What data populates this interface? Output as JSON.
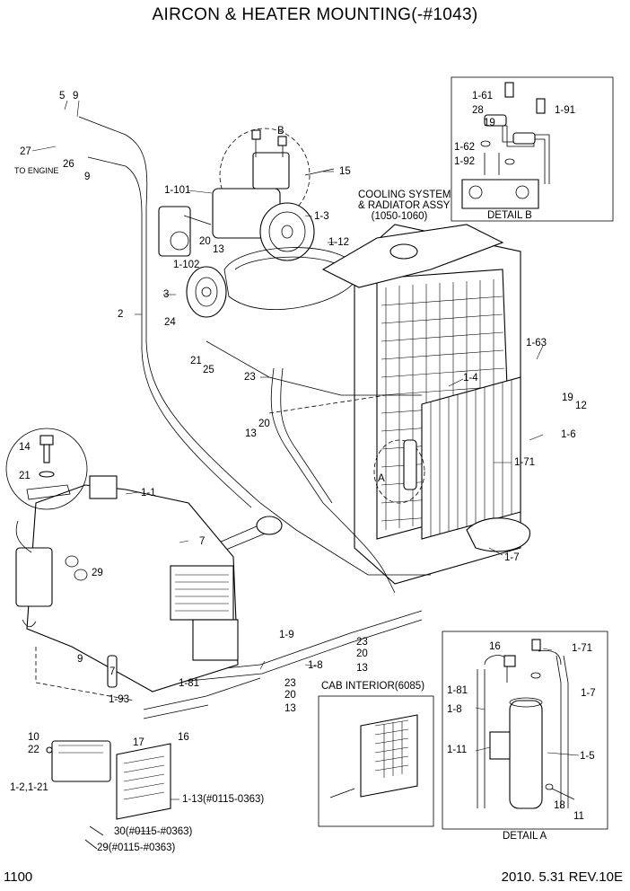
{
  "title": "AIRCON & HEATER MOUNTING(-#1043)",
  "page_number": "1100",
  "revision": "2010. 5.31  REV.10E",
  "cooling_system_label": [
    "COOLING SYSTEM",
    "& RADIATOR ASSY",
    "(1050-1060)"
  ],
  "detail_b_title": "DETAIL B",
  "detail_a_title": "DETAIL A",
  "cab_interior_title": "CAB INTERIOR(6085)",
  "to_engine": "TO ENGINE",
  "callouts": {
    "c5": "5",
    "c9a": "9",
    "c27": "27",
    "c26": "26",
    "c9b": "9",
    "c1_101": "1-101",
    "cB": "B",
    "c15": "15",
    "c1_3": "1-3",
    "c20a": "20",
    "c13a": "13",
    "c1_12": "1-12",
    "c1_102": "1-102",
    "c3": "3",
    "c2": "2",
    "c24": "24",
    "c21a": "21",
    "c25": "25",
    "c23a": "23",
    "c20b": "20",
    "c13b": "13",
    "c1_4": "1-4",
    "c1_63": "1-63",
    "c19a": "19",
    "c12": "12",
    "c1_6": "1-6",
    "cA": "A",
    "c1_71a": "1-71",
    "c1_7a": "1-7",
    "c14": "14",
    "c21b": "21",
    "c1_1": "1-1",
    "c7a": "7",
    "c29a": "29",
    "c9c": "9",
    "c7b": "7",
    "c1_81a": "1-81",
    "c1_93": "1-93",
    "c1_9": "1-9",
    "c1_8a": "1-8",
    "c23b": "23",
    "c20c": "20",
    "c13c": "13",
    "c23c": "23",
    "c20d": "20",
    "c13d": "13",
    "c10": "10",
    "c22": "22",
    "c17": "17",
    "c16a": "16",
    "c1_2": "1-2,1-21",
    "c1_13": "1-13(#0115-0363)",
    "c30": "30(#0115-#0363)",
    "c29b": "29(#0115-#0363)",
    "c1_61": "1-61",
    "c28": "28",
    "c19b": "19",
    "c1_91": "1-91",
    "c1_62": "1-62",
    "c1_92": "1-92",
    "c16b": "16",
    "c1_71b": "1-71",
    "c1_81b": "1-81",
    "c1_7b": "1-7",
    "c1_8b": "1-8",
    "c1_11": "1-11",
    "c1_5": "1-5",
    "c18": "18",
    "c11": "11"
  }
}
